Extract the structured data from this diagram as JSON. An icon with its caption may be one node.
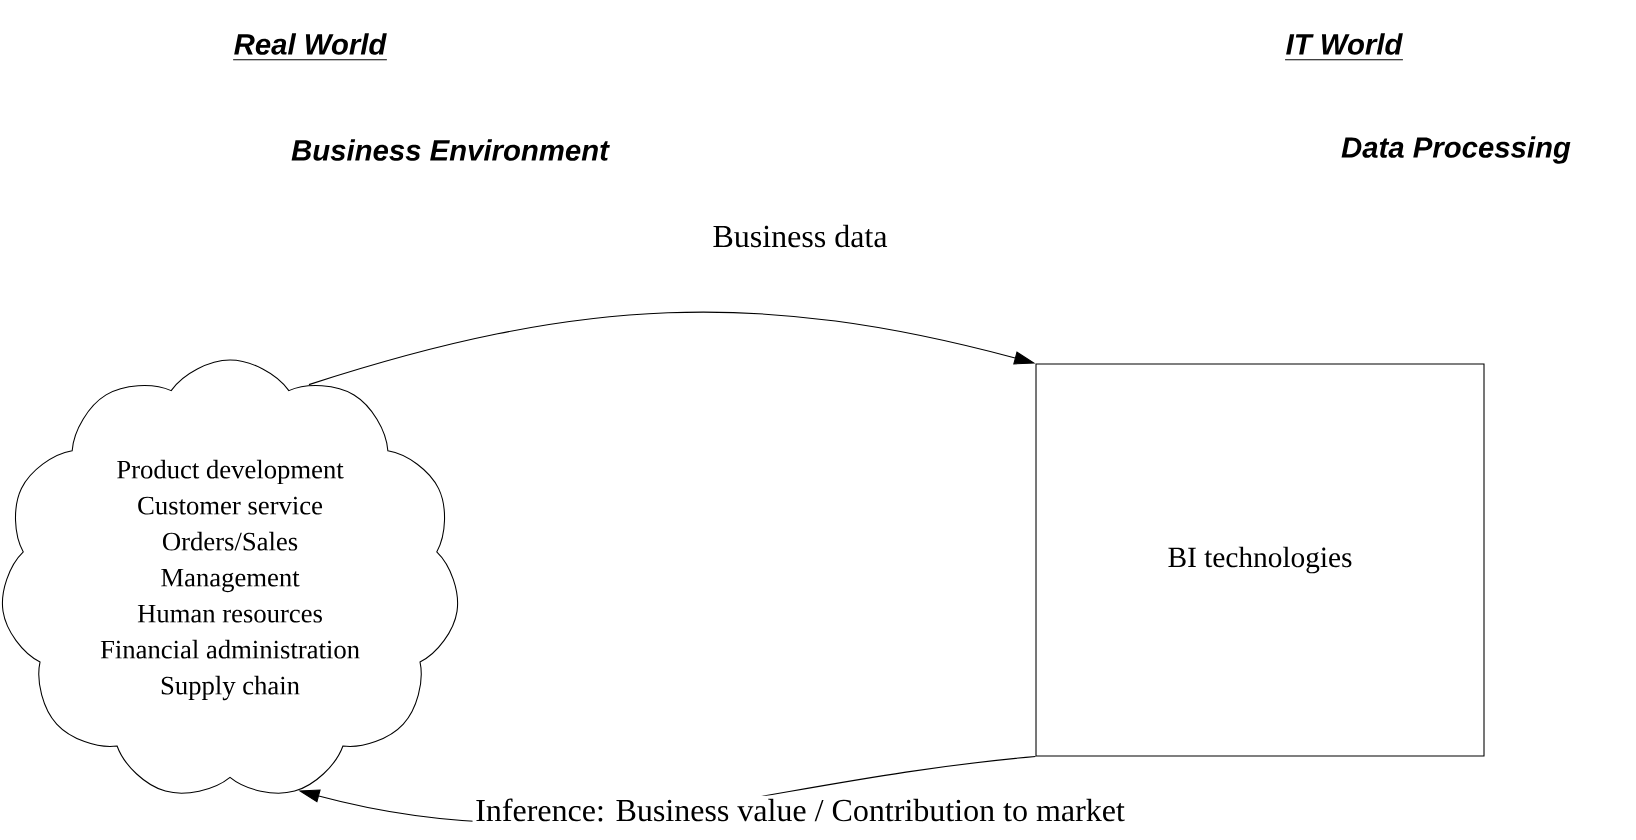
{
  "diagram": {
    "nodes": [
      {
        "text": [
          "Product development",
          "Customer service",
          "Orders/Sales",
          "Management",
          "Human resources",
          "Financial administration",
          "Supply chain"
        ]
      },
      {
        "text": [
          "BI technologies"
        ]
      }
    ],
    "edges": [
      {
        "from": 0,
        "to": 1,
        "arrow": "to",
        "label": "Business data"
      },
      {
        "from": 1,
        "to": 0,
        "arrow": "to",
        "label": "Inference: Business value / Contribution to market"
      }
    ],
    "labels": [
      "Real World",
      "IT World",
      "Business Environment",
      "Data Processing"
    ]
  }
}
